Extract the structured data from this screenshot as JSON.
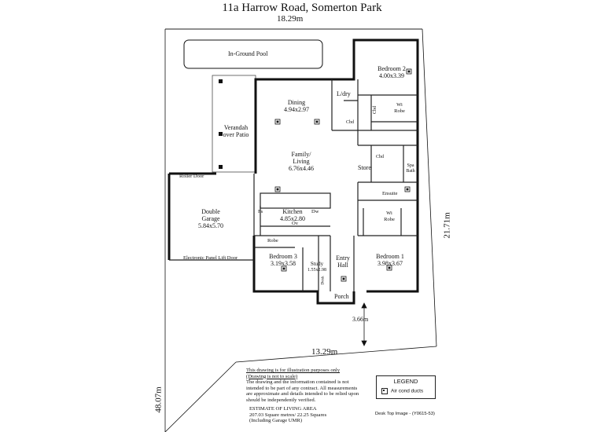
{
  "title": "11a Harrow Road, Somerton Park",
  "dimensions": {
    "top_width": "18.29m",
    "right_depth": "21.71m",
    "bottom_width": "13.29m",
    "left_depth": "48.07m",
    "setback": "3.66m"
  },
  "rooms": {
    "pool": "In-Ground Pool",
    "bedroom2_name": "Bedroom 2",
    "bedroom2_size": "4.00x3.39",
    "dining_name": "Dining",
    "dining_size": "4.94x2.97",
    "ldry": "L/dry",
    "cbd": "Cbd",
    "wi_robe_1": "Wi",
    "wi_robe_2": "Robe",
    "verandah_1": "Verandah",
    "verandah_2": "over Patio",
    "family_1": "Family/",
    "family_2": "Living",
    "family_size": "6.76x4.46",
    "store": "Store",
    "spa_1": "Spa",
    "spa_2": "Bath",
    "roller_door": "Roller Door",
    "ensuite": "Ensuite",
    "garage_1": "Double",
    "garage_2": "Garage",
    "garage_size": "5.84x5.70",
    "fs": "Fs",
    "kitchen_name": "Kitchen",
    "kitchen_size": "4.85x2.80",
    "dw": "Dw",
    "ov": "Ov",
    "robe": "Robe",
    "panel_door": "Electronic Panel Lift Door",
    "bedroom3_name": "Bedroom 3",
    "bedroom3_size": "3.19x3.58",
    "study_name": "Study",
    "study_size": "1.55x2.98",
    "desk": "Desk",
    "entry_1": "Entry",
    "entry_2": "Hall",
    "bedroom1_name": "Bedroom 1",
    "bedroom1_size": "3.98x3.67",
    "porch": "Porch"
  },
  "disclaimer": {
    "line1": "This drawing is for illustration purposes only",
    "line2": "(Drawing is not to scale)",
    "body": "The drawing and the information contained is not intended to be part of any contract. All measurements are approximate and details intended to be relied upon should be independently verified."
  },
  "estimate": {
    "heading": "ESTIMATE OF LIVING AREA",
    "line1": "207.03 Square metres/ 22.25  Squares",
    "line2": "(Including Garage UMR)"
  },
  "legend": {
    "title": "LEGEND",
    "item": "Air cond ducts"
  },
  "footer": "Desk Top Image - (Y0615-53)"
}
